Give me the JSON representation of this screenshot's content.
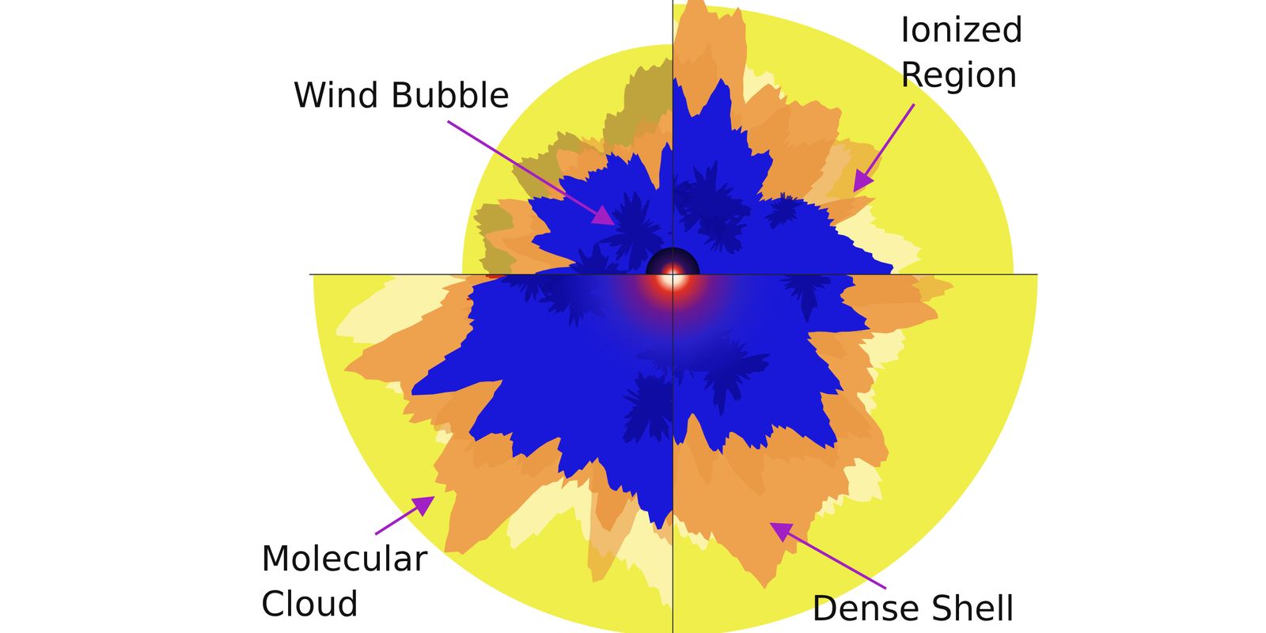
{
  "diagram": {
    "labels": [
      "Ionized Region",
      "Wind Bubble",
      "Molecular Cloud",
      "Dense Shell"
    ]
  }
}
